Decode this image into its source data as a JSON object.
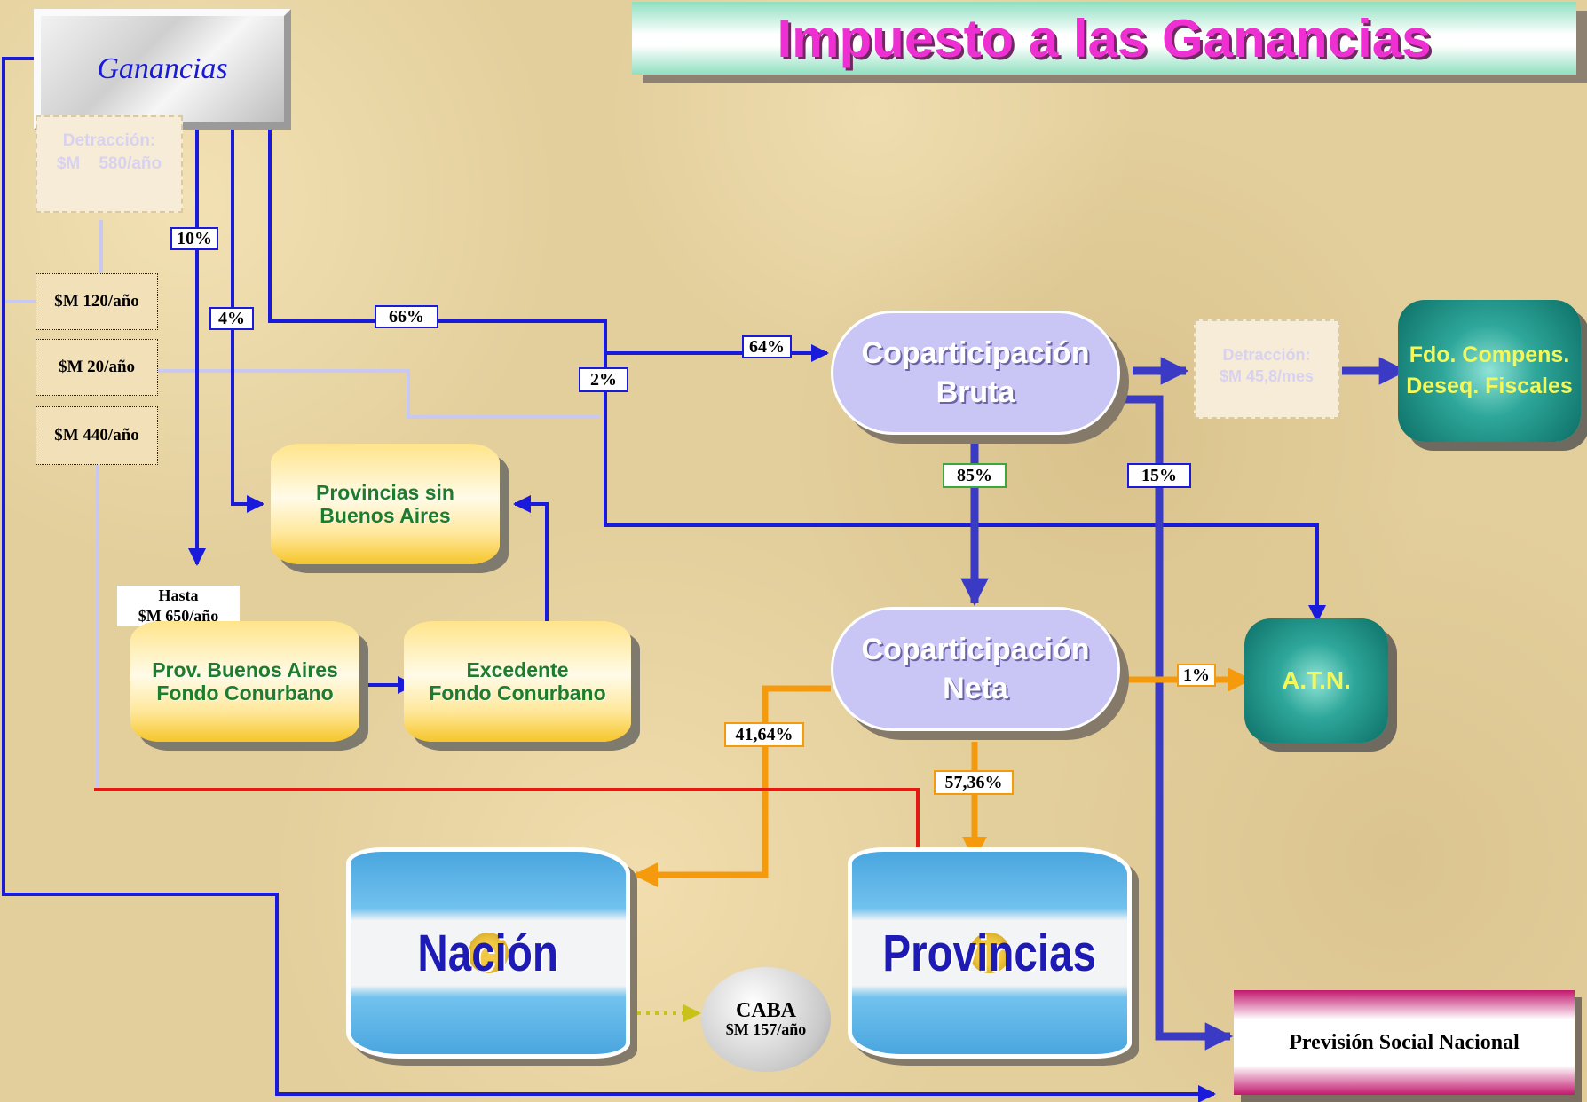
{
  "title": "Impuesto a las Ganancias",
  "source": {
    "label": "Ganancias"
  },
  "detraccion_1": {
    "line1": "Detracción:",
    "line2": "$M    580/año"
  },
  "amounts": {
    "a120": "$M 120/año",
    "a20": "$M 20/año",
    "a440": "$M 440/año"
  },
  "percentages": {
    "p10": "10%",
    "p4": "4%",
    "p66": "66%",
    "p64": "64%",
    "p2": "2%",
    "p85": "85%",
    "p15": "15%",
    "p1": "1%",
    "p4164": "41,64%",
    "p5736": "57,36%"
  },
  "provincias_sin_ba": {
    "line1": "Provincias sin",
    "line2": "Buenos Aires"
  },
  "hasta": {
    "line1": "Hasta",
    "line2": "$M 650/año"
  },
  "prov_ba": {
    "line1": "Prov. Buenos Aires",
    "line2": "Fondo Conurbano"
  },
  "excedente": {
    "line1": "Excedente",
    "line2": "Fondo Conurbano"
  },
  "copart_bruta": {
    "line1": "Coparticipación",
    "line2": "Bruta"
  },
  "copart_neta": {
    "line1": "Coparticipación",
    "line2": "Neta"
  },
  "detraccion_2": {
    "line1": "Detracción:",
    "line2": "$M 45,8/mes"
  },
  "fdo_compens": {
    "line1": "Fdo. Compens.",
    "line2": "Deseq. Fiscales"
  },
  "atn": {
    "label": "A.T.N."
  },
  "nacion": {
    "label": "Nación"
  },
  "provincias": {
    "label": "Provincias"
  },
  "caba": {
    "title": "CABA",
    "amount": "$M 157/año"
  },
  "prevision": {
    "label": "Previsión Social Nacional"
  },
  "colors": {
    "blue_flow": "#1a1adb",
    "light_flow": "#c8c8f0",
    "red_flow": "#e21a12",
    "orange_flow": "#f59a0c",
    "title_text": "#ee2fd2"
  },
  "icons": {
    "sun": "sol-de-mayo-icon"
  }
}
